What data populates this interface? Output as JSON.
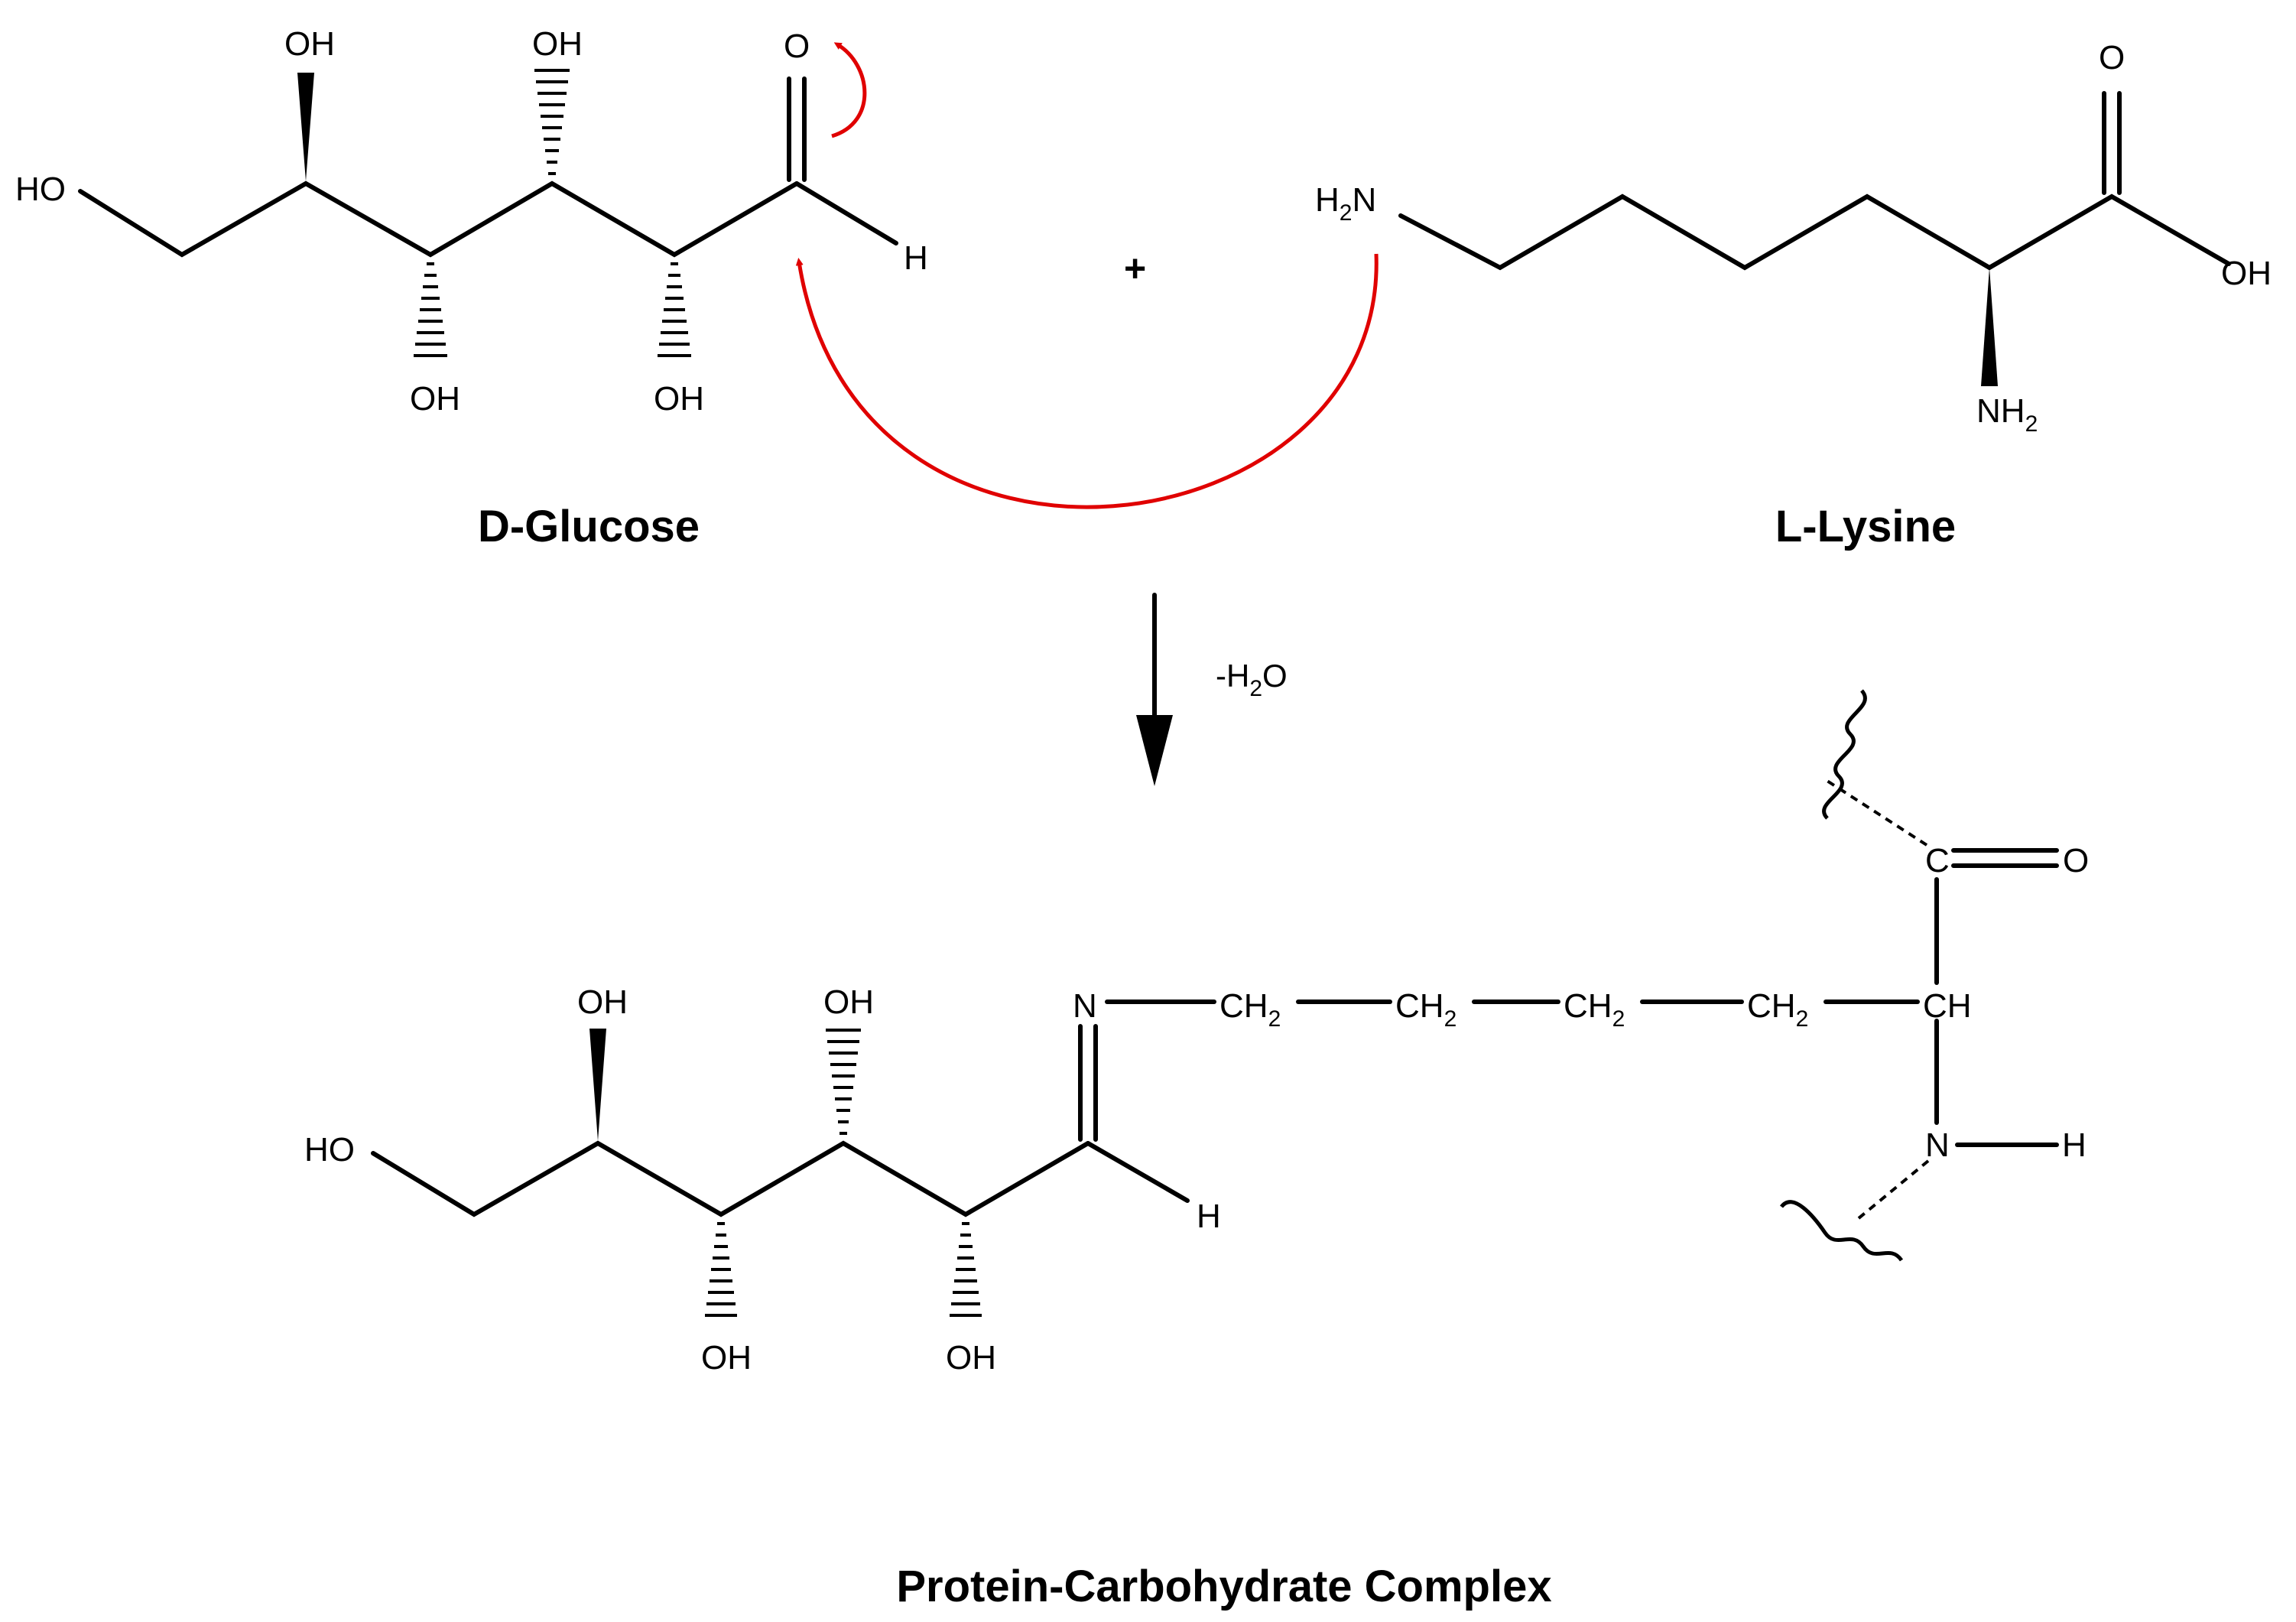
{
  "labels": {
    "reactant1": "D-Glucose",
    "reactant2": "L-Lysine",
    "product": "Protein-Carbohydrate Complex",
    "plus": "+",
    "condition_prefix": "-H",
    "condition_sub": "2",
    "condition_suffix": "O"
  },
  "atoms": {
    "OH": "OH",
    "HO": "HO",
    "O": "O",
    "H": "H",
    "N": "N",
    "C": "C",
    "CH": "CH",
    "CH2_main": "CH",
    "NH2_main": "NH",
    "H2N_main": "H",
    "H2N_tail": "N",
    "sub2": "2"
  },
  "colors": {
    "bonds": "#000000",
    "mechanism_arrows": "#e00000",
    "background": "#ffffff"
  }
}
